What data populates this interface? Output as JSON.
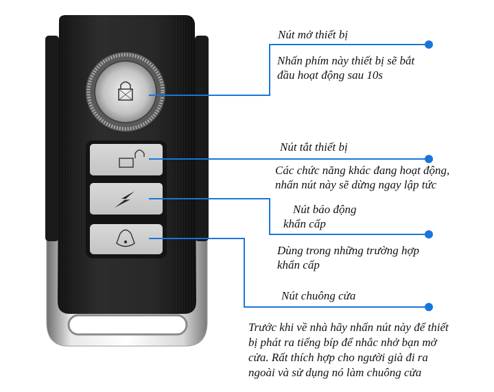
{
  "accent_color": "#1a75d8",
  "device": {
    "name": "remote-key-fob",
    "buttons": [
      {
        "id": "arm",
        "icon": "lock-closed-icon"
      },
      {
        "id": "disarm",
        "icon": "lock-open-icon"
      },
      {
        "id": "panic",
        "icon": "lightning-icon"
      },
      {
        "id": "doorbell",
        "icon": "bell-icon"
      }
    ]
  },
  "callouts": [
    {
      "title": "Nút mở thiết bị",
      "description": [
        "Nhấn phím này thiết bị sẽ bắt",
        "đầu hoạt động sau 10s"
      ]
    },
    {
      "title": "Nút tắt thiết bị",
      "description": [
        "Các chức năng khác đang hoạt động,",
        "nhấn nút này sẽ dừng ngay lập tức"
      ]
    },
    {
      "title": [
        "Nút báo động",
        "khẩn cấp"
      ],
      "description": [
        "Dùng trong những trường hợp",
        "khẩn cấp"
      ]
    },
    {
      "title": "Nút chuông cửa",
      "description": [
        "Trước khi về nhà hãy nhấn nút này để thiết",
        "bị phát ra tiếng bíp để nhắc nhở bạn mở",
        "cửa. Rất thích hợp cho người già đi ra",
        "ngoài và sử dụng nó làm chuông cửa"
      ]
    }
  ]
}
